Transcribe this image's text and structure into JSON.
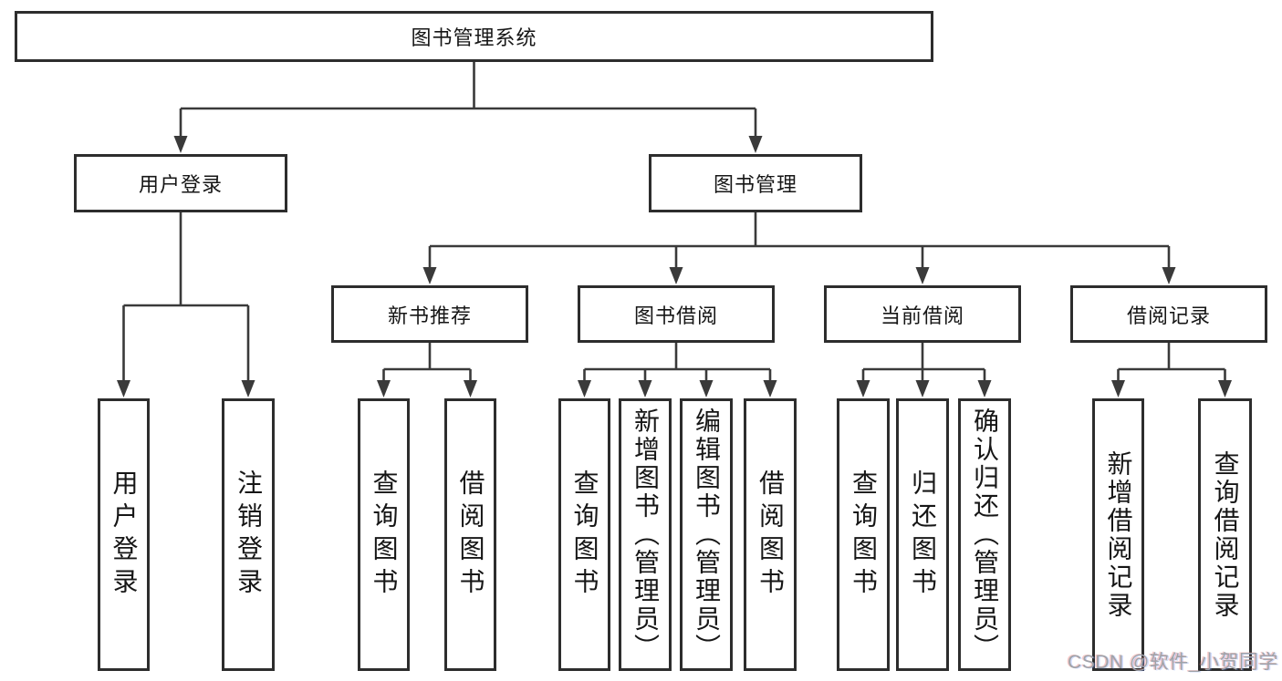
{
  "tree": {
    "root": {
      "label": "图书管理系统",
      "children": [
        {
          "label": "用户登录",
          "children": [
            {
              "label": "用户登录"
            },
            {
              "label": "注销登录"
            }
          ]
        },
        {
          "label": "图书管理",
          "children": [
            {
              "label": "新书推荐",
              "children": [
                {
                  "label": "查询图书"
                },
                {
                  "label": "借阅图书"
                }
              ]
            },
            {
              "label": "图书借阅",
              "children": [
                {
                  "label": "查询图书"
                },
                {
                  "label": "新增图书（管理员）"
                },
                {
                  "label": "编辑图书（管理员）"
                },
                {
                  "label": "借阅图书"
                }
              ]
            },
            {
              "label": "当前借阅",
              "children": [
                {
                  "label": "查询图书"
                },
                {
                  "label": "归还图书"
                },
                {
                  "label": "确认归还（管理员）"
                }
              ]
            },
            {
              "label": "借阅记录",
              "children": [
                {
                  "label": "新增借阅记录"
                },
                {
                  "label": "查询借阅记录"
                }
              ]
            }
          ]
        }
      ]
    }
  },
  "watermark": {
    "text": "CSDN @软件_小贺同学"
  },
  "colors": {
    "background": "#ffffff",
    "line": "#3a3a3a",
    "box_border": "#2d2d2d",
    "box_fill": "#ffffff",
    "text": "#161616",
    "watermark": "#9fa3a9"
  }
}
